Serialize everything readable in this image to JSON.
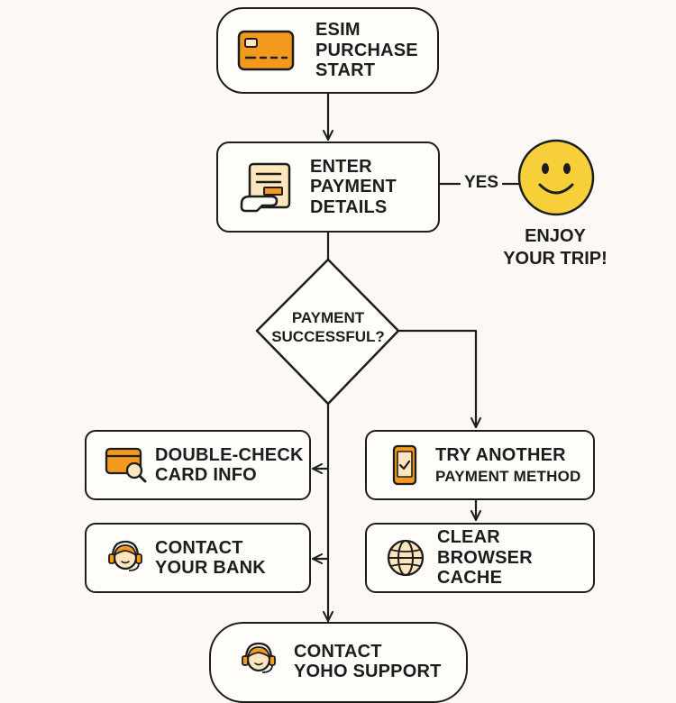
{
  "colors": {
    "accent": "#f39a1e",
    "accent_light": "#fde6bd",
    "stroke": "#1d1d1d",
    "face": "#f7cf3a",
    "background": "#fcf9f4"
  },
  "nodes": {
    "start": {
      "lines": [
        "ESIM",
        "PURCHASE",
        "START"
      ],
      "icon": "credit-card-icon"
    },
    "enter_payment": {
      "lines": [
        "ENTER",
        "PAYMENT",
        "DETAILS"
      ],
      "icon": "payment-form-hand-icon"
    },
    "decision": {
      "lines": [
        "PAYMENT",
        "SUCCESSFUL?"
      ]
    },
    "double_check": {
      "lines": [
        "DOUBLE-CHECK",
        "CARD INFO"
      ],
      "icon": "card-magnifier-icon"
    },
    "try_another": {
      "lines": [
        "TRY ANOTHER",
        "PAYMENT METHOD"
      ],
      "icon": "mobile-phone-check-icon"
    },
    "contact_bank": {
      "lines": [
        "CONTACT",
        "YOUR BANK"
      ],
      "icon": "support-agent-icon"
    },
    "clear_cache": {
      "lines": [
        "CLEAR",
        "BROWSER CACHE"
      ],
      "icon": "globe-icon"
    },
    "contact_support": {
      "lines": [
        "CONTACT",
        "YOHO SUPPORT"
      ],
      "icon": "support-agent-icon"
    }
  },
  "edges": {
    "yes_label": "YES"
  },
  "outcome": {
    "lines": [
      "ENJOY",
      "YOUR TRIP!"
    ],
    "icon": "smiley-face-icon"
  }
}
